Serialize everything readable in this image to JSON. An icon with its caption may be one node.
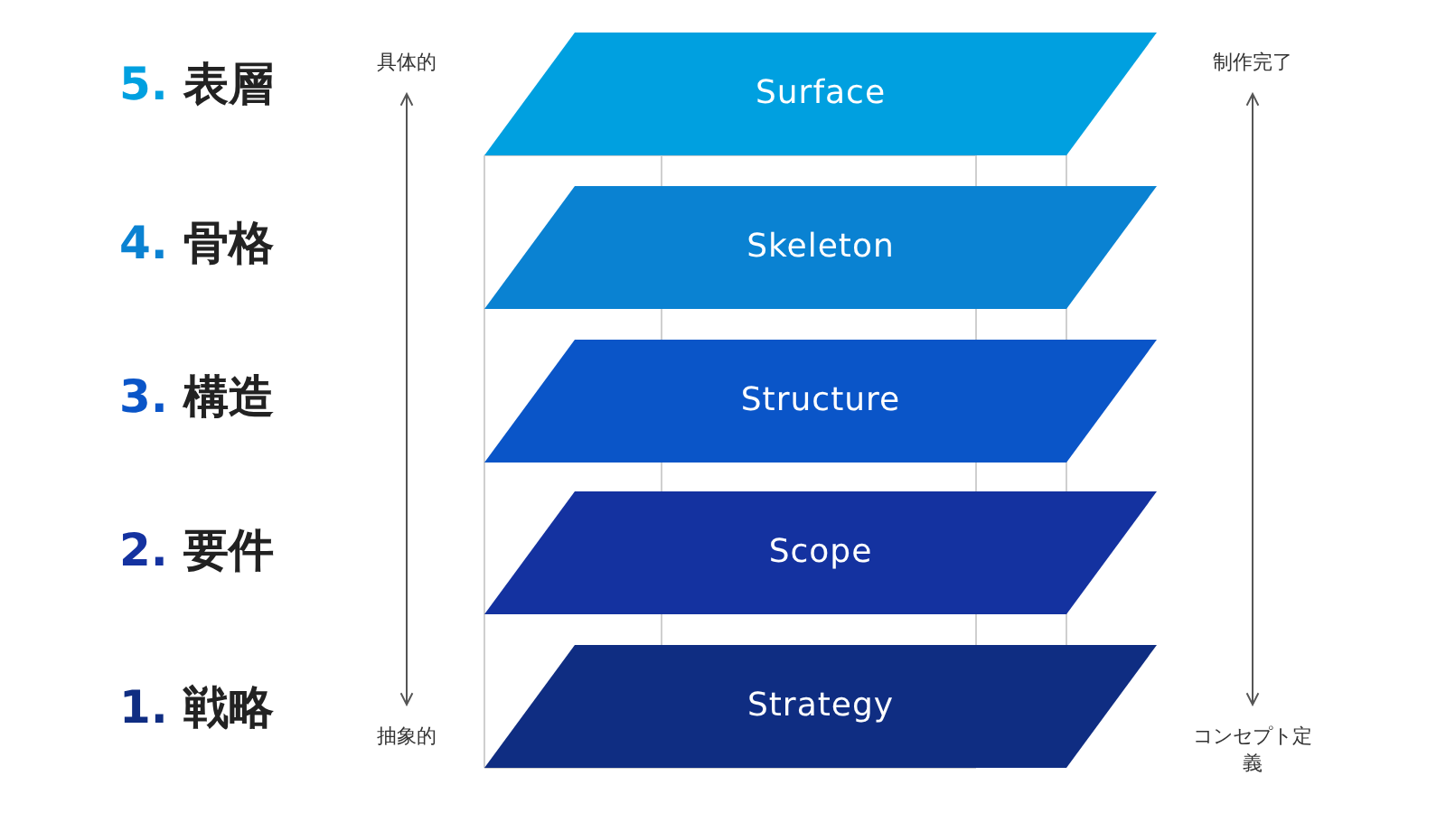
{
  "diagram": {
    "nodes": [
      {
        "text": [
          "Surface"
        ]
      },
      {
        "text": [
          "Skeleton"
        ]
      },
      {
        "text": [
          "Structure"
        ]
      },
      {
        "text": [
          "Scope"
        ]
      },
      {
        "text": [
          "Strategy"
        ]
      }
    ],
    "edges": [],
    "labels": [
      "5. 表層",
      "4. 骨格",
      "3. 構造",
      "2. 要件",
      "1. 戦略",
      "具体的",
      "抽象的",
      "制作完了",
      "コンセプト定義"
    ]
  }
}
